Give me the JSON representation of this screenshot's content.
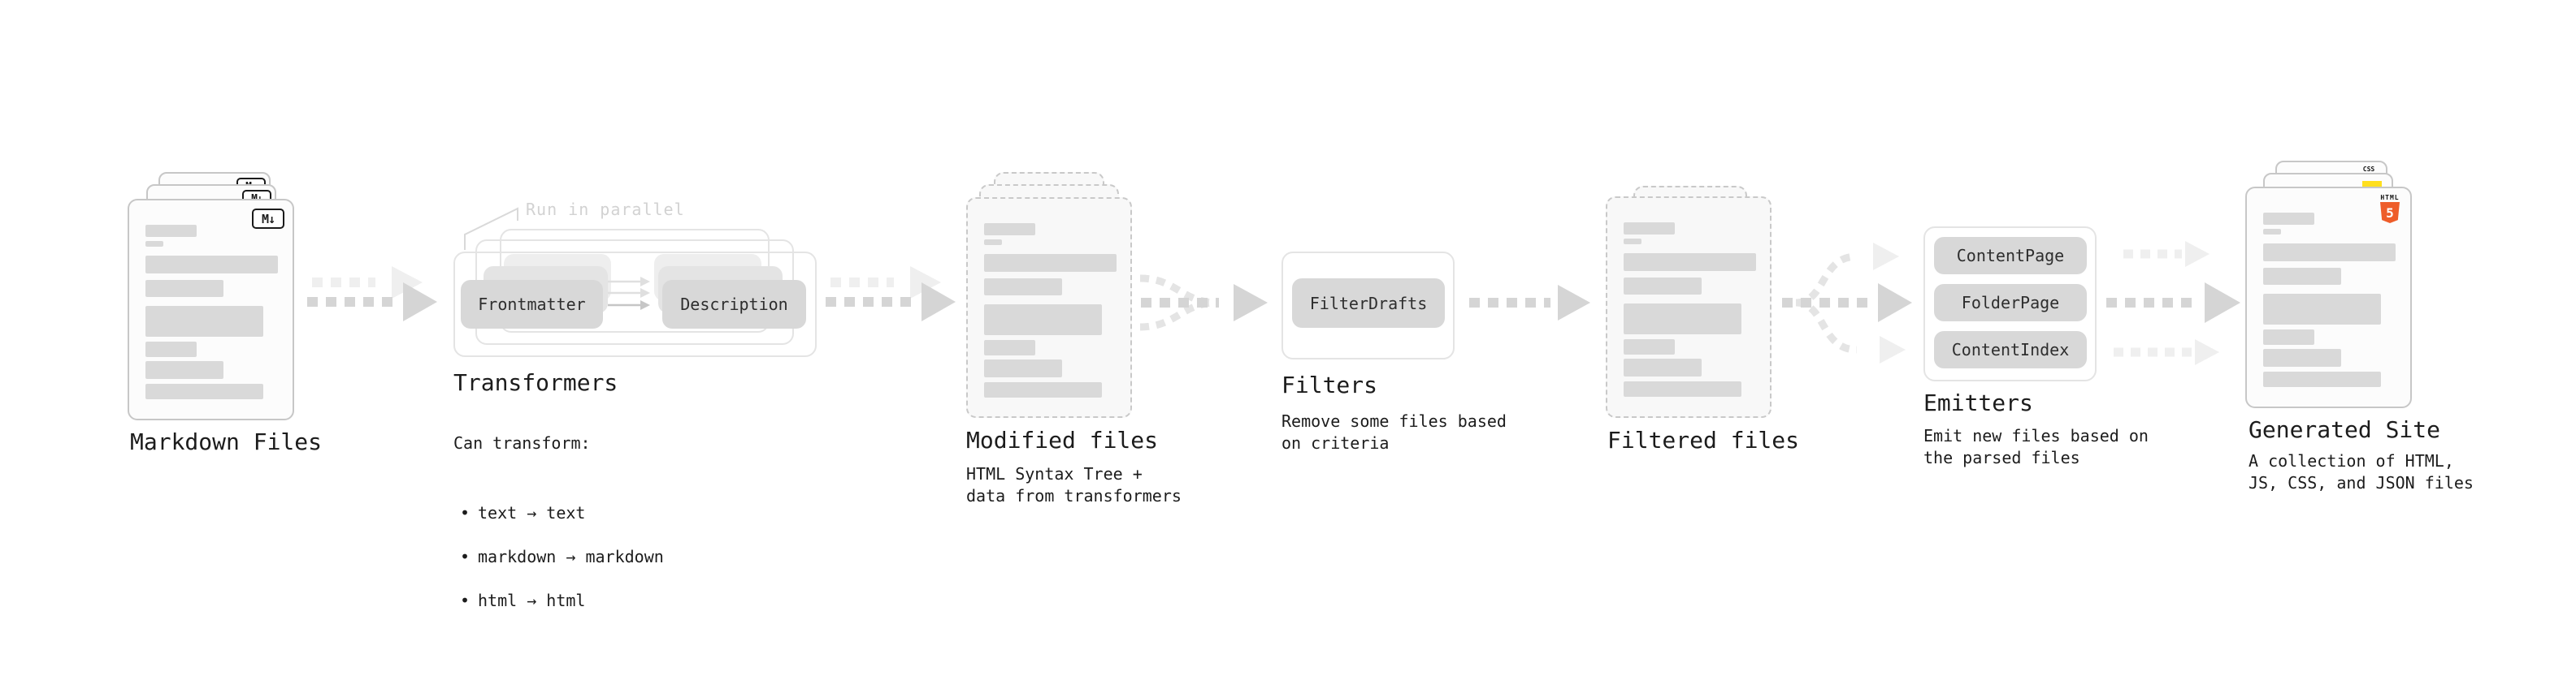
{
  "colors": {
    "ink": "#1c1c1c",
    "note": "#d2d2d2",
    "card_border": "#c7c7c7",
    "card_bg": "#fcfcfc",
    "dash_border": "#c9c9c9",
    "dash_bg": "#f8f8f8",
    "bar": "#d9d9d9",
    "pill": "#d8d8d8",
    "pill_ghost1": "#e4e4e4",
    "pill_ghost2": "#eeeeee",
    "pill_text": "#2e2e2e",
    "box_outline": "#e4e4e4",
    "arrow": "#d5d5d5",
    "arrow_mid": "#e4e4e4",
    "arrow_light": "#efefef",
    "badge_border": "#1a1a1a",
    "html5_orange": "#ee5d2a",
    "js_yellow": "#ffdf1e",
    "css_blue": "#2f63f0"
  },
  "icons": {
    "markdown": "M↓",
    "html5_label": "HTML",
    "html5_number": "5",
    "css_label": "CSS"
  },
  "sections": {
    "markdown_files": {
      "title": "Markdown Files"
    },
    "transformers": {
      "note": "Run in parallel",
      "pill_input": "Frontmatter",
      "pill_output": "Description",
      "title": "Transformers",
      "desc_heading": "Can transform:",
      "bullet_marker": "•",
      "bullets": [
        "text → text",
        "markdown → markdown",
        "html → html"
      ]
    },
    "modified_files": {
      "title": "Modified files",
      "desc": "HTML Syntax Tree +\ndata from transformers"
    },
    "filters": {
      "pill": "FilterDrafts",
      "title": "Filters",
      "desc": "Remove some files based\non criteria"
    },
    "filtered_files": {
      "title": "Filtered files"
    },
    "emitters": {
      "pills": [
        "ContentPage",
        "FolderPage",
        "ContentIndex"
      ],
      "title": "Emitters",
      "desc": "Emit new files based on\nthe parsed files"
    },
    "generated_site": {
      "title": "Generated Site",
      "desc": "A collection of HTML,\nJS, CSS, and JSON files"
    }
  }
}
